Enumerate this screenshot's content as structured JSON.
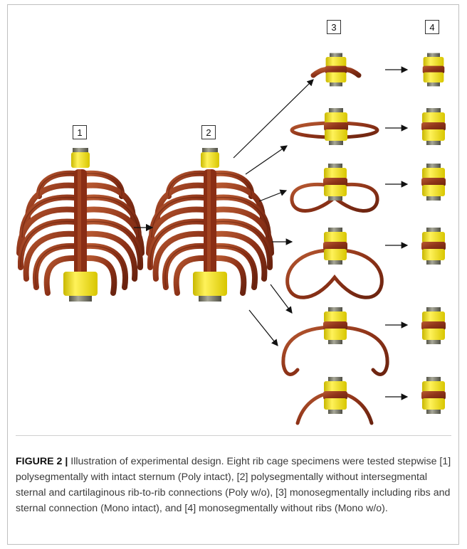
{
  "figure": {
    "step_labels": [
      "1",
      "2",
      "3",
      "4"
    ]
  },
  "caption": {
    "label": "FIGURE 2 |",
    "text": "Illustration of experimental design. Eight rib cage specimens were tested stepwise [1] polysegmentally with intact sternum (Poly intact), [2] polysegmentally without intersegmental sternal and cartilaginous rib-to-rib connections (Poly w/o), [3] monosegmentally including ribs and sternal connection (Mono intact), and [4] monosegmentally without ribs (Mono w/o)."
  },
  "colors": {
    "bone": "#9c3e1e",
    "bone_dark": "#6e2410",
    "potting": "#f2e31b",
    "metal": "#7a7a6a"
  }
}
